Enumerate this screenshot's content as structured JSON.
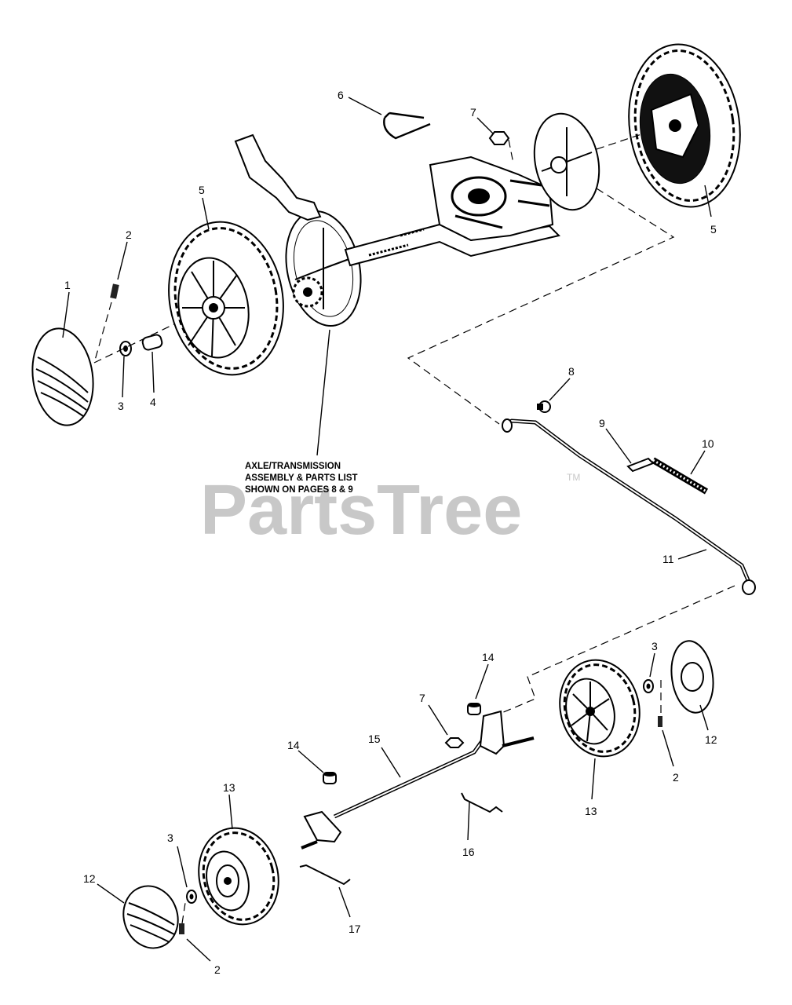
{
  "watermark": {
    "text": "PartsTree",
    "trademark": "TM"
  },
  "note": {
    "lines": [
      "AXLE/TRANSMISSION",
      "ASSEMBLY & PARTS LIST",
      "SHOWN ON PAGES 8 & 9"
    ]
  },
  "callouts": [
    {
      "id": "c1",
      "label": "1"
    },
    {
      "id": "c2a",
      "label": "2"
    },
    {
      "id": "c3a",
      "label": "3"
    },
    {
      "id": "c4",
      "label": "4"
    },
    {
      "id": "c5a",
      "label": "5"
    },
    {
      "id": "c5b",
      "label": "5"
    },
    {
      "id": "c6",
      "label": "6"
    },
    {
      "id": "c7a",
      "label": "7"
    },
    {
      "id": "c8",
      "label": "8"
    },
    {
      "id": "c9",
      "label": "9"
    },
    {
      "id": "c10",
      "label": "10"
    },
    {
      "id": "c11",
      "label": "11"
    },
    {
      "id": "c14a",
      "label": "14"
    },
    {
      "id": "c3b",
      "label": "3"
    },
    {
      "id": "c12a",
      "label": "12"
    },
    {
      "id": "c7b",
      "label": "7"
    },
    {
      "id": "c14b",
      "label": "14"
    },
    {
      "id": "c15",
      "label": "15"
    },
    {
      "id": "c13a",
      "label": "13"
    },
    {
      "id": "c2b",
      "label": "2"
    },
    {
      "id": "c13b",
      "label": "13"
    },
    {
      "id": "c16",
      "label": "16"
    },
    {
      "id": "c3c",
      "label": "3"
    },
    {
      "id": "c12b",
      "label": "12"
    },
    {
      "id": "c17",
      "label": "17"
    },
    {
      "id": "c2c",
      "label": "2"
    }
  ]
}
